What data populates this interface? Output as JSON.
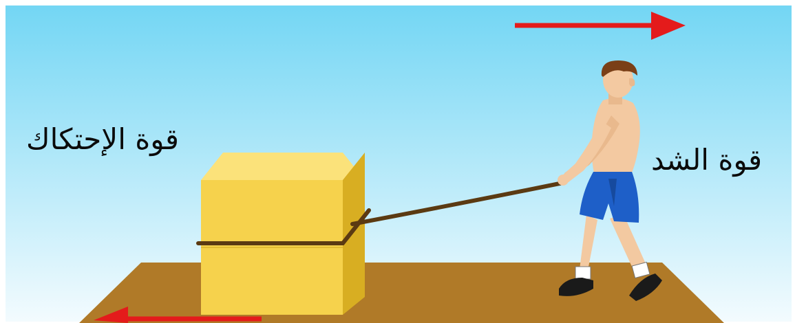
{
  "labels": {
    "friction_force": "قوة الإحتكاك",
    "tension_force": "قوة الشد"
  },
  "colors": {
    "sky_top": "#73d6f4",
    "sky_bottom": "#f3fbfe",
    "ground": "#b07a28",
    "box_front": "#f6d24c",
    "box_side": "#d8ae22",
    "box_top": "#fbe27a",
    "rope": "#5b3a12",
    "arrow": "#e41b1b",
    "shorts": "#1e5fc8",
    "skin": "#f3c9a1",
    "hair": "#7a3f17"
  },
  "icons": [
    "force-arrow-right",
    "force-arrow-left",
    "box",
    "rope",
    "person-pulling"
  ]
}
